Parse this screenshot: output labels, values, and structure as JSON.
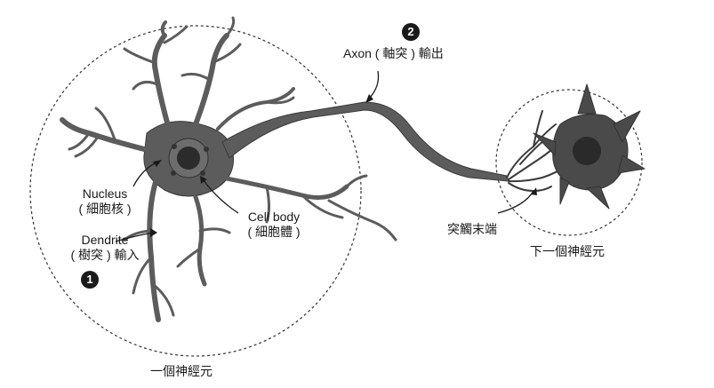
{
  "labels": {
    "nucleus_en": "Nucleus",
    "nucleus_zh": "( 細胞核 )",
    "dendrite_en": "Dendrite",
    "dendrite_zh": "( 樹突 ) 輸入",
    "cellbody_en": "Cell body",
    "cellbody_zh": "( 細胞體 )",
    "axon": "Axon ( 軸突 ) 輸出",
    "terminal": "突觸末端",
    "neuron": "一個神經元",
    "next_neuron": "下一個神經元"
  },
  "badges": {
    "one": "1",
    "two": "2"
  },
  "colors": {
    "neuron_fill": "#5c5c5c",
    "nucleus_fill": "#2b2b2b",
    "circle_stroke": "#333333"
  }
}
